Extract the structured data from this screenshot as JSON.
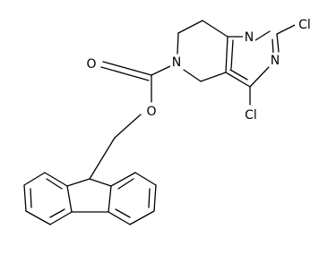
{
  "molecule": {
    "atoms": {
      "n1": "N",
      "n3": "N",
      "n6": "N",
      "cl2": "Cl",
      "cl4": "Cl",
      "o_carbonyl": "O",
      "o_ester": "O"
    }
  }
}
